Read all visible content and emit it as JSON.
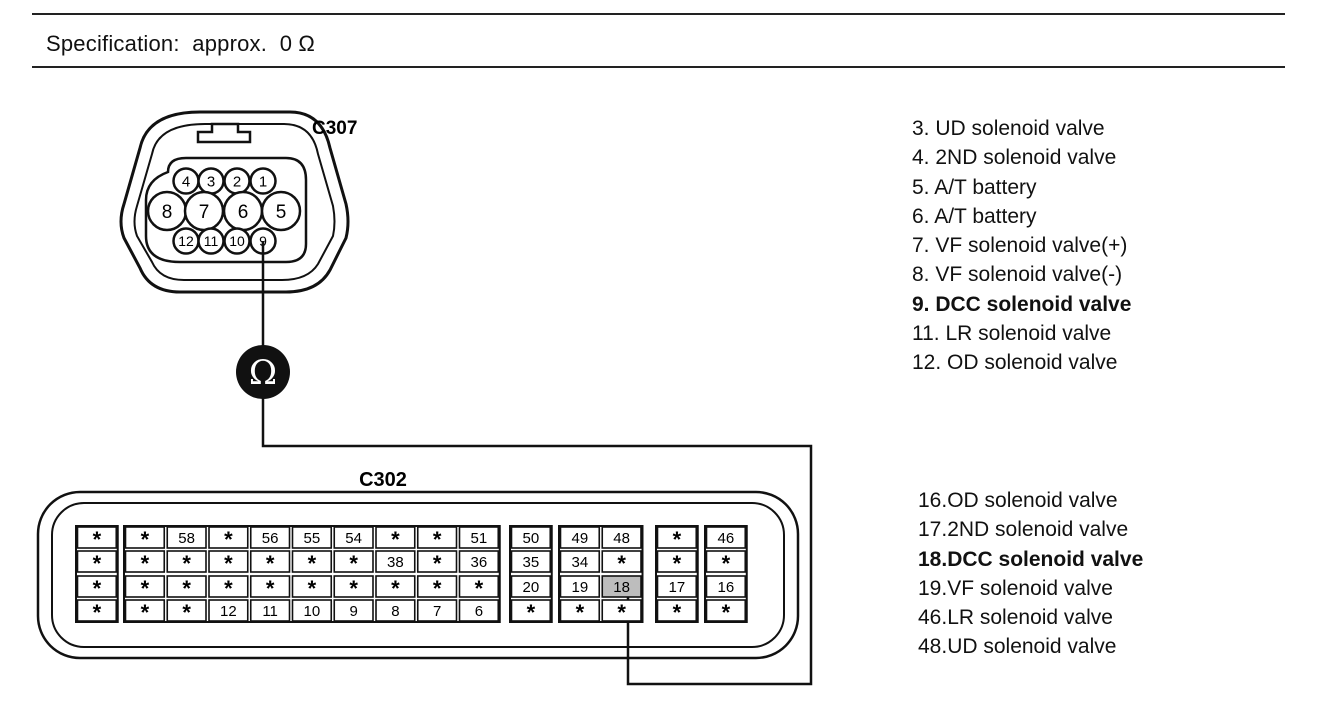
{
  "specification": {
    "label": "Specification:",
    "qualifier": "approx.",
    "value": "0 Ω"
  },
  "connector_c307": {
    "name": "C307",
    "top_row": [
      "4",
      "3",
      "2",
      "1"
    ],
    "middle_row": [
      "8",
      "7",
      "6",
      "5"
    ],
    "bottom_row": [
      "12",
      "11",
      "10",
      "9"
    ]
  },
  "meter_symbol": "Ω",
  "connector_c302": {
    "name": "C302",
    "groups": [
      {
        "rows": [
          [
            "*"
          ],
          [
            "*"
          ],
          [
            "*"
          ],
          [
            "*"
          ]
        ]
      },
      {
        "rows": [
          [
            "*",
            "58",
            "*",
            "56",
            "55",
            "54",
            "*",
            "*",
            "51"
          ],
          [
            "*",
            "*",
            "*",
            "*",
            "*",
            "*",
            "38",
            "*",
            "36"
          ],
          [
            "*",
            "*",
            "*",
            "*",
            "*",
            "*",
            "*",
            "*",
            "*"
          ],
          [
            "*",
            "*",
            "12",
            "11",
            "10",
            "9",
            "8",
            "7",
            "6"
          ]
        ]
      },
      {
        "rows": [
          [
            "50"
          ],
          [
            "35"
          ],
          [
            "20"
          ],
          [
            "*"
          ]
        ]
      },
      {
        "rows": [
          [
            "49",
            "48"
          ],
          [
            "34",
            "*"
          ],
          [
            "19",
            "18"
          ],
          [
            "*",
            "*"
          ]
        ]
      },
      {
        "rows": [
          [
            "*"
          ],
          [
            "*"
          ],
          [
            "17"
          ],
          [
            "*"
          ]
        ]
      },
      {
        "rows": [
          [
            "46"
          ],
          [
            "*"
          ],
          [
            "16"
          ],
          [
            "*"
          ]
        ]
      }
    ],
    "highlighted_pin": "18"
  },
  "legend_c307": [
    {
      "text": "3. UD solenoid valve",
      "bold": false
    },
    {
      "text": "4. 2ND solenoid valve",
      "bold": false
    },
    {
      "text": "5. A/T battery",
      "bold": false
    },
    {
      "text": "6. A/T battery",
      "bold": false
    },
    {
      "text": "7. VF solenoid valve(+)",
      "bold": false
    },
    {
      "text": "8. VF solenoid valve(-)",
      "bold": false
    },
    {
      "text": "9. DCC solenoid valve",
      "bold": true
    },
    {
      "text": "11. LR solenoid valve",
      "bold": false
    },
    {
      "text": "12. OD solenoid valve",
      "bold": false
    }
  ],
  "legend_c302": [
    {
      "text": "16.OD solenoid valve",
      "bold": false
    },
    {
      "text": "17.2ND solenoid valve",
      "bold": false
    },
    {
      "text": "18.DCC solenoid valve",
      "bold": true
    },
    {
      "text": "19.VF solenoid valve",
      "bold": false
    },
    {
      "text": "46.LR solenoid valve",
      "bold": false
    },
    {
      "text": "48.UD solenoid valve",
      "bold": false
    }
  ]
}
